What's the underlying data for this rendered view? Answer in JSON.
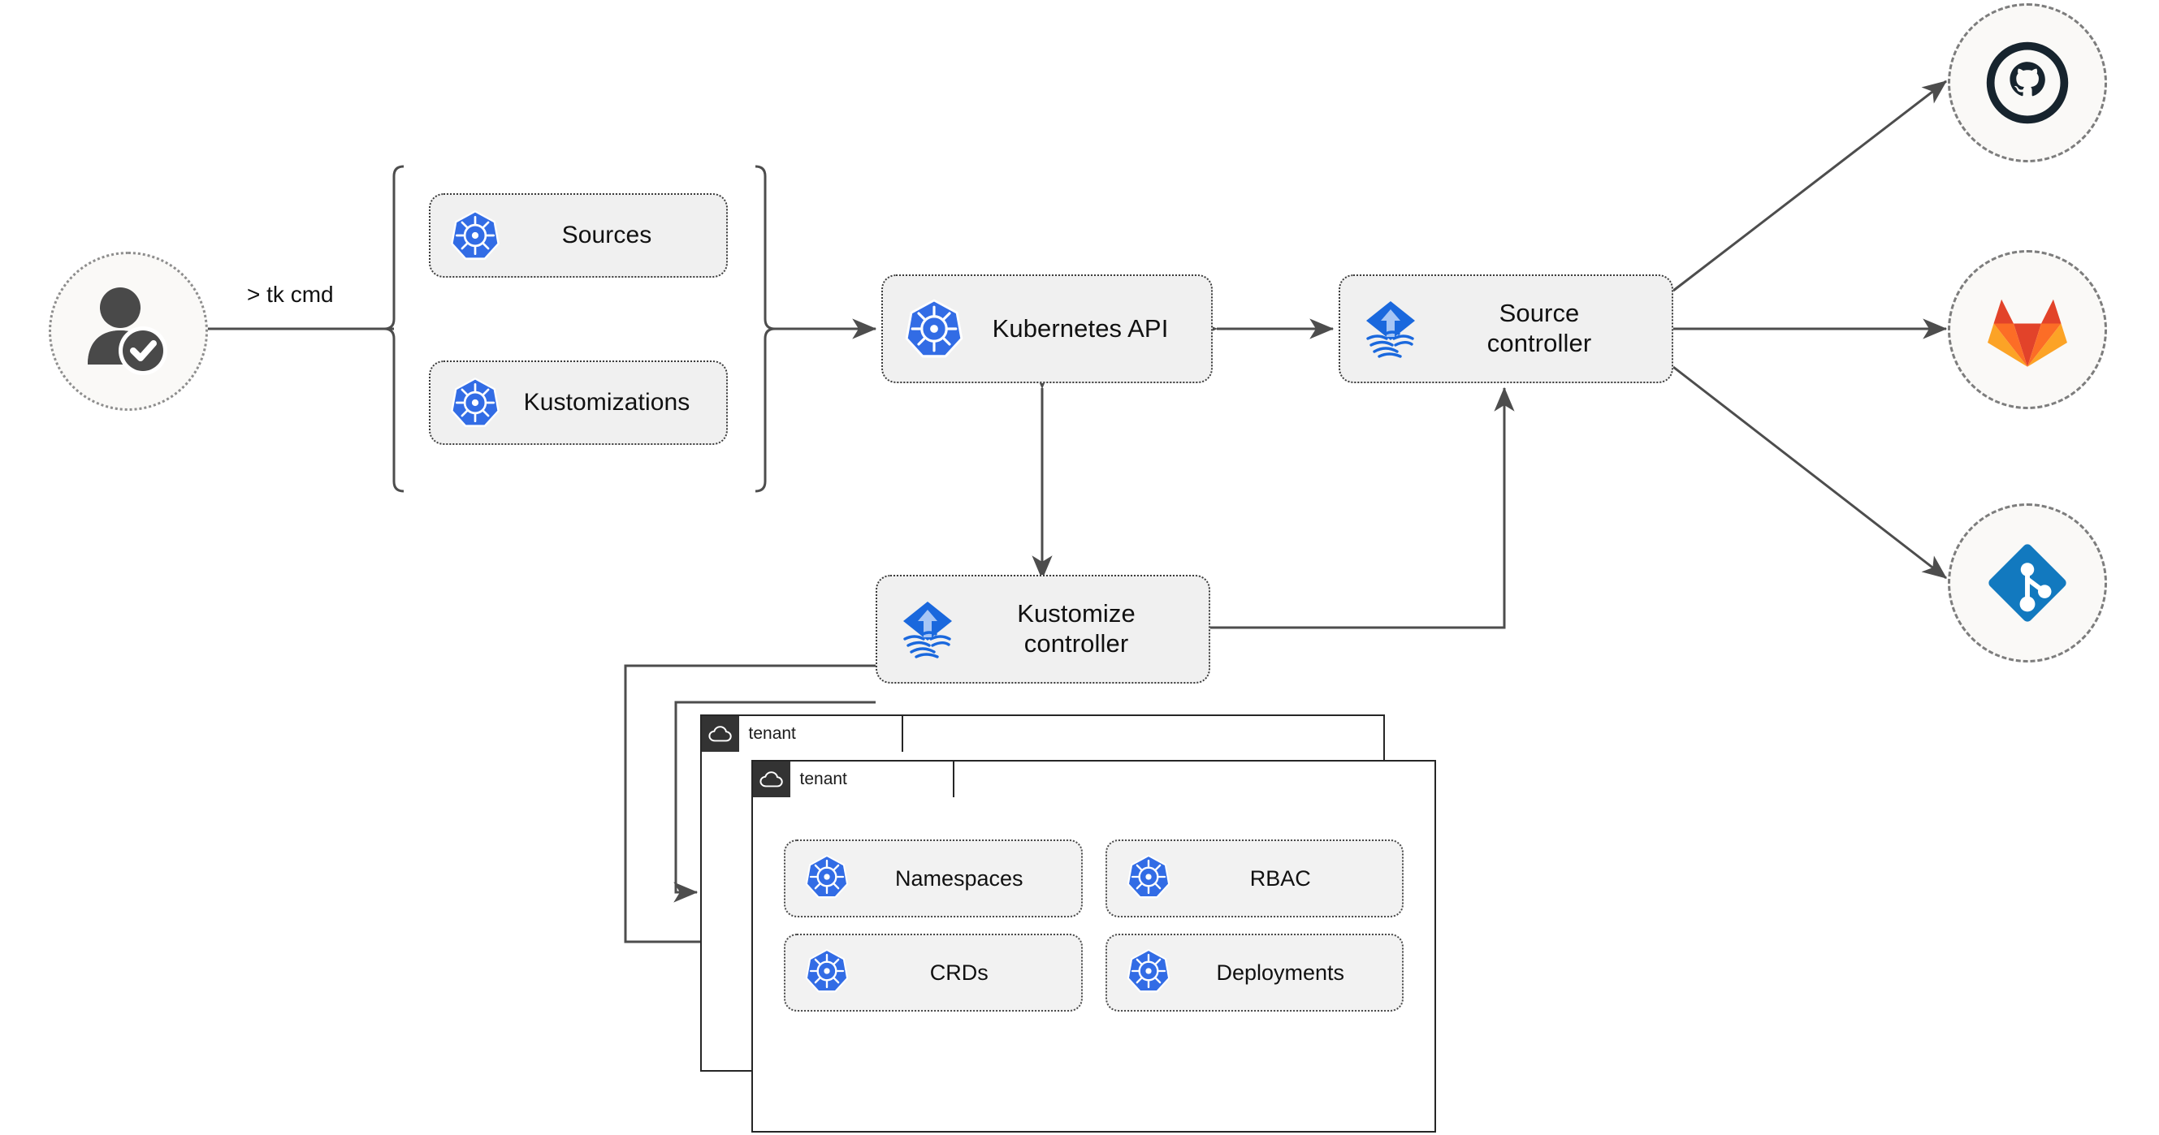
{
  "diagram": {
    "title": "Flux multi-tenancy GitOps architecture",
    "colors": {
      "kubernetes_blue": "#326CE5",
      "flux_blue": "#1A68DD",
      "flux_arrow": "#A7C6F5",
      "github_dark": "#17242E",
      "gitlab_red": "#E2432A",
      "gitlab_orange": "#FC6D26",
      "gitlab_light_orange": "#FCA326",
      "git_blue": "#1279BF",
      "node_fill": "#F0F0F0",
      "node_border": "#3B3B3B",
      "line": "#4D4D4D",
      "tenant_tab": "#333333",
      "circle_fill": "#FAF9F7",
      "user_gray": "#494949"
    }
  },
  "actor": {
    "name": "user",
    "icon": "user-verified-icon"
  },
  "command": {
    "label": "> tk cmd"
  },
  "resource_group": {
    "icon": "kubernetes-icon",
    "items": [
      {
        "label": "Sources",
        "icon": "kubernetes-icon"
      },
      {
        "label": "Kustomizations",
        "icon": "kubernetes-icon"
      }
    ]
  },
  "cluster": {
    "api": {
      "label": "Kubernetes API",
      "icon": "kubernetes-icon"
    },
    "controllers": [
      {
        "label": "Source\ncontroller",
        "line1": "Source",
        "line2": "controller",
        "icon": "flux-icon"
      },
      {
        "label": "Kustomize\ncontroller",
        "line1": "Kustomize",
        "line2": "controller",
        "icon": "flux-icon"
      }
    ]
  },
  "git_providers": [
    {
      "name": "GitHub",
      "icon": "github-icon"
    },
    {
      "name": "GitLab",
      "icon": "gitlab-icon"
    },
    {
      "name": "Git",
      "icon": "git-icon"
    }
  ],
  "tenants": [
    {
      "label": "tenant",
      "icon": "cloud-icon",
      "resources": []
    },
    {
      "label": "tenant",
      "icon": "cloud-icon",
      "resources": [
        {
          "label": "Namespaces",
          "icon": "kubernetes-icon"
        },
        {
          "label": "RBAC",
          "icon": "kubernetes-icon"
        },
        {
          "label": "CRDs",
          "icon": "kubernetes-icon"
        },
        {
          "label": "Deployments",
          "icon": "kubernetes-icon"
        }
      ]
    }
  ],
  "connections": [
    {
      "from": "user",
      "to": "resource-group",
      "label": "> tk cmd",
      "direction": "forward"
    },
    {
      "from": "resource-group",
      "to": "kubernetes-api",
      "direction": "forward"
    },
    {
      "from": "kubernetes-api",
      "to": "source-controller",
      "direction": "bidirectional"
    },
    {
      "from": "kubernetes-api",
      "to": "kustomize-controller",
      "direction": "bidirectional"
    },
    {
      "from": "kustomize-controller",
      "to": "source-controller",
      "direction": "forward"
    },
    {
      "from": "source-controller",
      "to": "github",
      "direction": "forward"
    },
    {
      "from": "source-controller",
      "to": "gitlab",
      "direction": "forward"
    },
    {
      "from": "source-controller",
      "to": "git",
      "direction": "forward"
    },
    {
      "from": "kustomize-controller",
      "to": "tenant-1",
      "direction": "forward"
    },
    {
      "from": "kustomize-controller",
      "to": "tenant-2",
      "direction": "forward"
    }
  ]
}
